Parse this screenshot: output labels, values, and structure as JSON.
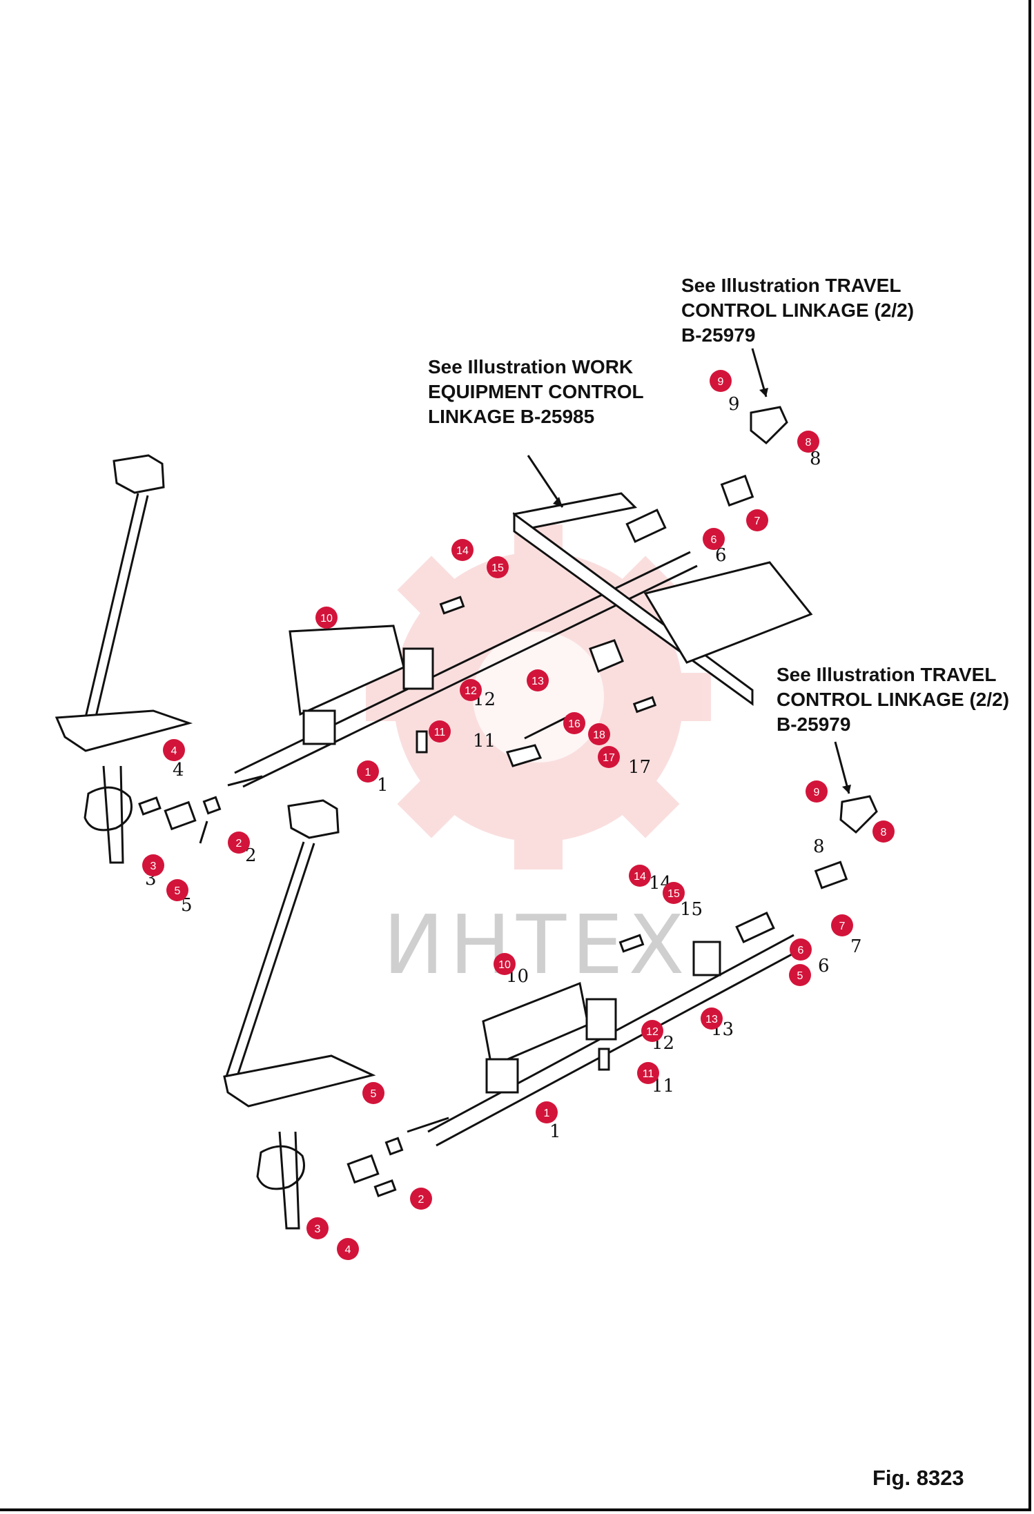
{
  "notes": {
    "travel_top": "See Illustration TRAVEL\nCONTROL LINKAGE (2/2)\nB-25979",
    "work_equipment": "See Illustration WORK\nEQUIPMENT CONTROL\nLINKAGE B-25985",
    "travel_right": "See Illustration TRAVEL\nCONTROL LINKAGE (2/2)\nB-25979"
  },
  "figure_label": "Fig. 8323",
  "watermark": "ИНТЕХ",
  "colors": {
    "callout": "#d3143a",
    "watermark": "#f3a9a9"
  },
  "callouts_upper": [
    "1",
    "2",
    "3",
    "4",
    "5",
    "6",
    "7",
    "8",
    "9",
    "10",
    "11",
    "12",
    "13",
    "14",
    "15",
    "16",
    "17",
    "18"
  ],
  "callouts_lower": [
    "1",
    "2",
    "3",
    "4",
    "5",
    "5",
    "6",
    "7",
    "8",
    "9",
    "10",
    "11",
    "12",
    "13",
    "14",
    "15"
  ]
}
